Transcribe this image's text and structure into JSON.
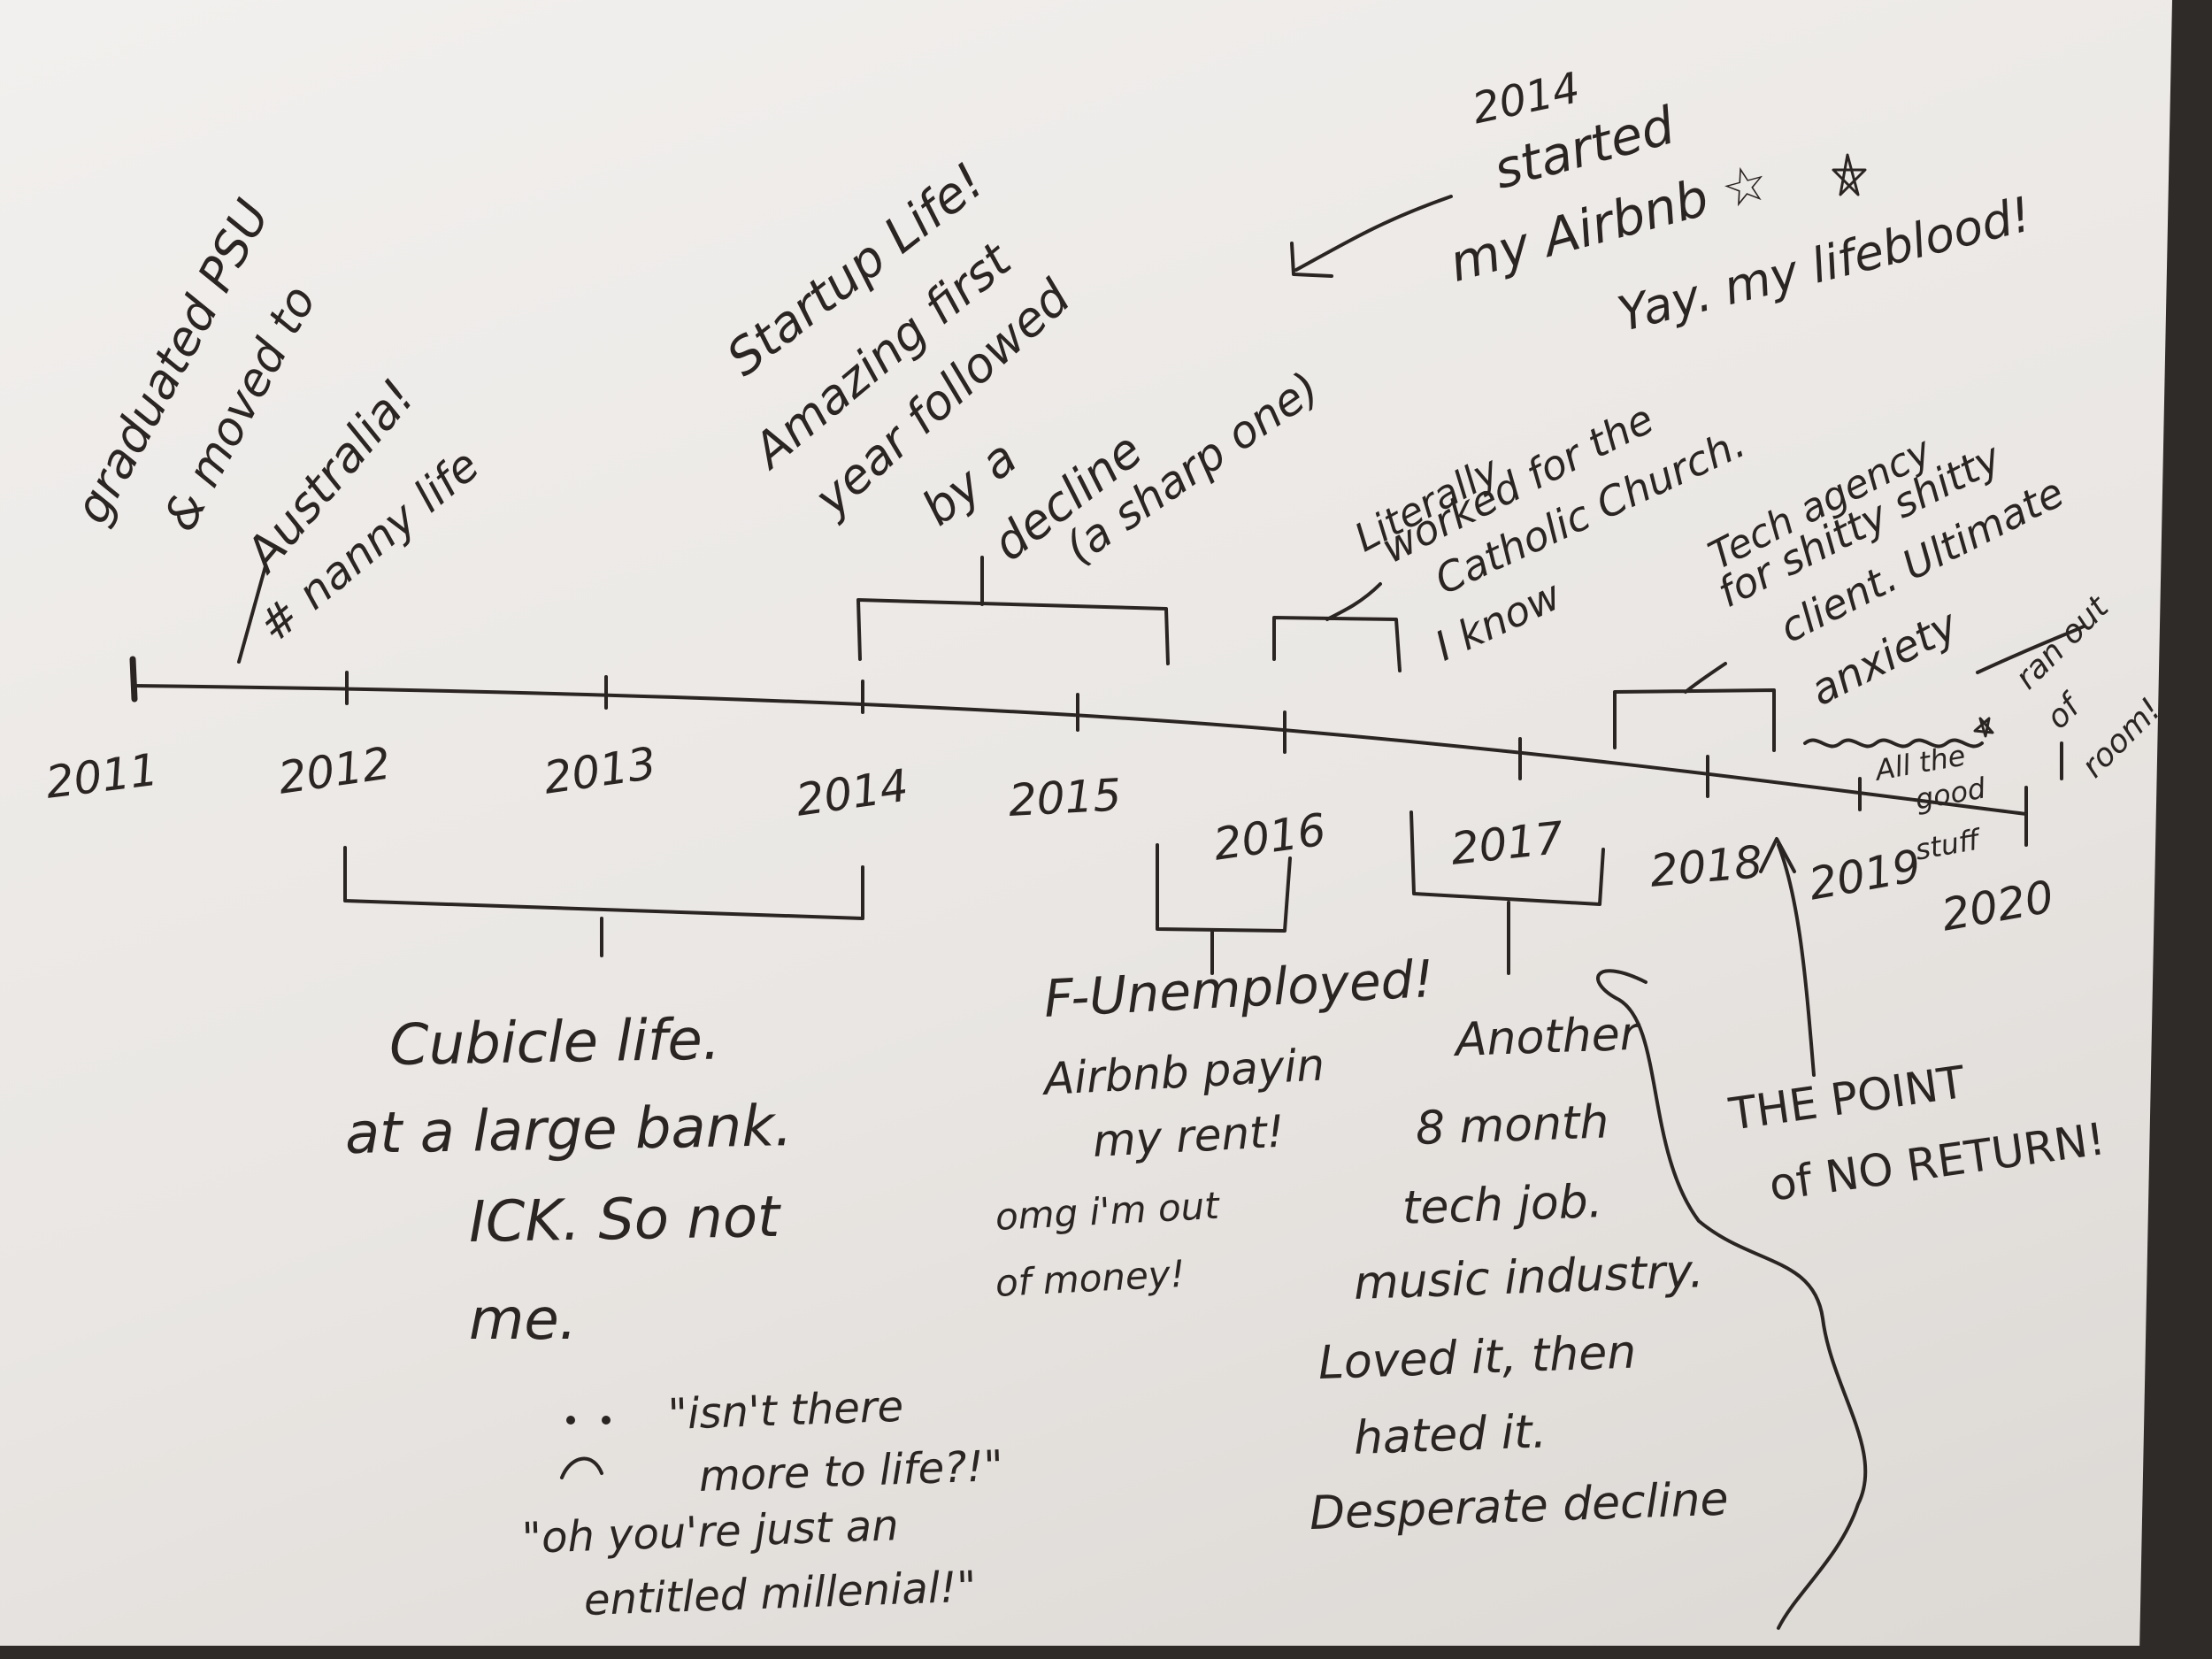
{
  "timeline": {
    "years": [
      "2011",
      "2012",
      "2013",
      "2014",
      "2015",
      "2016",
      "2017",
      "2018",
      "2019",
      "2020"
    ]
  },
  "notes": {
    "graduated": [
      "graduated PSU",
      "& moved to",
      "Australia!",
      "# nanny life"
    ],
    "startup": [
      "Startup Life!",
      "Amazing first",
      "year followed",
      "by a",
      "decline",
      "(a sharp one)"
    ],
    "airbnb": [
      "2014",
      "started",
      "my Airbnb ☆",
      "Yay. my lifeblood!"
    ],
    "catholic": [
      "Literally",
      "worked for the",
      "Catholic Church.",
      "I know"
    ],
    "tech_agency": [
      "Tech agency",
      "for shitty shitty",
      "client. Ultimate",
      "anxiety"
    ],
    "ran_out": [
      "ran out",
      "of",
      "room!"
    ],
    "good_stuff": [
      "All the",
      "good",
      "stuff"
    ],
    "cubicle": [
      "Cubicle life.",
      "at a large bank.",
      "ICK. So not",
      "me."
    ],
    "quotes": [
      "\"isn't there",
      "more to life?!\"",
      "\"oh you're just an",
      "entitled millenial!\""
    ],
    "unemployed": [
      "F-Unemployed!",
      "Airbnb payin",
      "my rent!",
      "omg i'm out",
      "of money!"
    ],
    "another": [
      "Another",
      "8 month",
      "tech job.",
      "music industry.",
      "Loved it, then",
      "hated it.",
      "Desperate decline"
    ],
    "point": [
      "THE POINT",
      "of NO RETURN!"
    ]
  }
}
